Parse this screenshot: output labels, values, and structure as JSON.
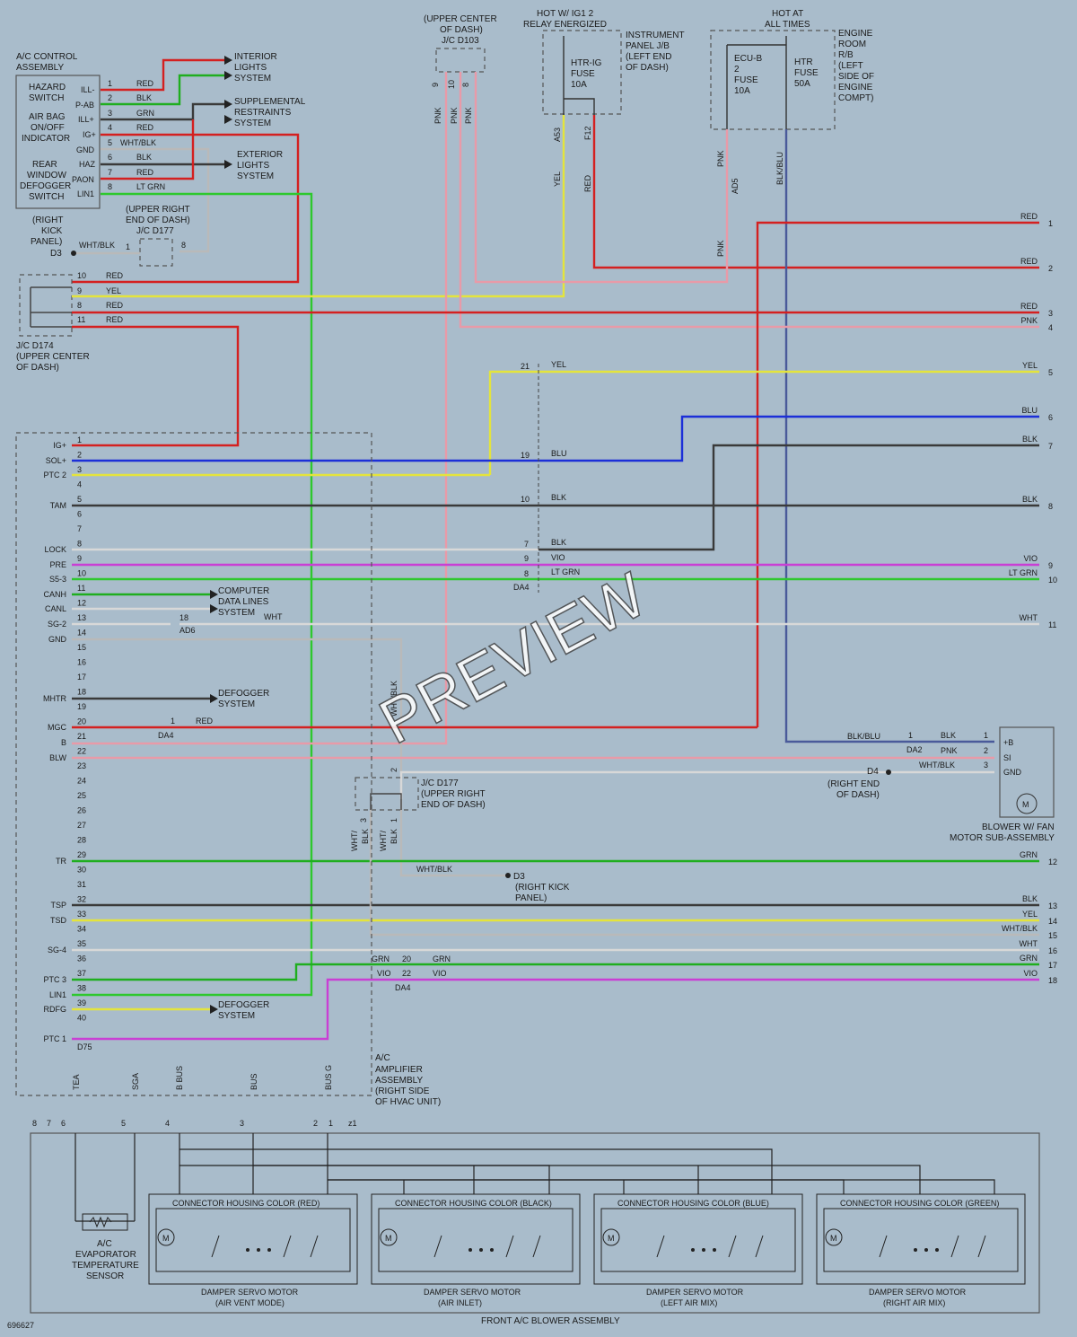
{
  "labels": {
    "ac_control": [
      "A/C CONTROL",
      "ASSEMBLY"
    ],
    "ac_control_items": [
      "HAZARD",
      "SWITCH",
      "AIR BAG",
      "ON/OFF",
      "INDICATOR",
      "REAR",
      "WINDOW",
      "DEFOGGER",
      "SWITCH"
    ],
    "ac_control_pins": [
      "ILL-",
      "P-AB",
      "ILL+",
      "IG+",
      "GND",
      "HAZ",
      "PAON",
      "LIN1"
    ],
    "upper_center": [
      "(UPPER CENTER",
      "OF DASH)",
      "J/C D103"
    ],
    "hot_ig1": [
      "HOT W/ IG1 2",
      "RELAY ENERGIZED"
    ],
    "instrument_panel": [
      "INSTRUMENT",
      "PANEL J/B",
      "(LEFT END",
      "OF DASH)"
    ],
    "htr_ig": [
      "HTR-IG",
      "FUSE",
      "10A"
    ],
    "hot_all": [
      "HOT AT",
      "ALL TIMES"
    ],
    "engine_room": [
      "ENGINE",
      "ROOM",
      "R/B",
      "(LEFT",
      "SIDE OF",
      "ENGINE",
      "COMPT)"
    ],
    "ecu_b": [
      "ECU-B",
      "2",
      "FUSE",
      "10A"
    ],
    "htr_fuse": [
      "HTR",
      "FUSE",
      "50A"
    ],
    "interior": [
      "INTERIOR",
      "LIGHTS",
      "SYSTEM"
    ],
    "srs": [
      "SUPPLEMENTAL",
      "RESTRAINTS",
      "SYSTEM"
    ],
    "exterior": [
      "EXTERIOR",
      "LIGHTS",
      "SYSTEM"
    ],
    "right_kick": [
      "(RIGHT",
      "KICK",
      "PANEL)"
    ],
    "d3": "D3",
    "upper_right": [
      "(UPPER RIGHT",
      "END OF DASH)",
      "J/C D177"
    ],
    "jc_d174": [
      "J/C D174",
      "(UPPER CENTER",
      "OF DASH)"
    ],
    "computer_data": [
      "COMPUTER",
      "DATA LINES",
      "SYSTEM"
    ],
    "defogger": [
      "DEFOGGER",
      "SYSTEM"
    ],
    "jc_d177b": [
      "J/C D177",
      "(UPPER RIGHT",
      "END OF DASH)"
    ],
    "d3_kick": [
      "D3",
      "(RIGHT KICK",
      "PANEL)"
    ],
    "blower": [
      "BLOWER W/ FAN",
      "MOTOR SUB-ASSEMBLY"
    ],
    "blower_pins": [
      "+B",
      "SI",
      "GND"
    ],
    "d4": [
      "D4",
      "(RIGHT END",
      "OF DASH)"
    ],
    "amp": [
      "A/C",
      "AMPLIFIER",
      "ASSEMBLY",
      "(RIGHT SIDE",
      "OF HVAC UNIT)"
    ],
    "amp_pins": [
      "IG+",
      "SOL+",
      "PTC 2",
      "TAM",
      "LOCK",
      "PRE",
      "S5-3",
      "CANH",
      "CANL",
      "SG-2",
      "GND",
      "MHTR",
      "MGC",
      "B",
      "BLW",
      "TR",
      "TSP",
      "TSD",
      "SG-4",
      "PTC 3",
      "LIN1",
      "RDFG",
      "PTC 1"
    ],
    "d75": "D75",
    "bottom_pins": [
      "TEA",
      "SGA",
      "B BUS",
      "BUS",
      "BUS G"
    ],
    "evap": [
      "A/C",
      "EVAPORATOR",
      "TEMPERATURE",
      "SENSOR"
    ],
    "housings": [
      "CONNECTOR HOUSING COLOR (RED)",
      "CONNECTOR HOUSING COLOR (BLACK)",
      "CONNECTOR HOUSING COLOR (BLUE)",
      "CONNECTOR HOUSING COLOR (GREEN)"
    ],
    "servos": [
      [
        "DAMPER SERVO MOTOR",
        "(AIR VENT MODE)"
      ],
      [
        "DAMPER SERVO MOTOR",
        "(AIR INLET)"
      ],
      [
        "DAMPER SERVO MOTOR",
        "(LEFT AIR MIX)"
      ],
      [
        "DAMPER SERVO MOTOR",
        "(RIGHT AIR MIX)"
      ]
    ],
    "front_blower": "FRONT A/C BLOWER ASSEMBLY",
    "diagram_id": "696627",
    "watermark": "PREVIEW",
    "connectors": {
      "a53": "A53",
      "f12": "F12",
      "ad5": "AD5",
      "ad6": "AD6",
      "da4": "DA4",
      "da2": "DA2",
      "z1": "z1"
    }
  },
  "right_wires": [
    {
      "num": "1",
      "color": "RED"
    },
    {
      "num": "2",
      "color": "RED"
    },
    {
      "num": "3",
      "color": "RED"
    },
    {
      "num": "4",
      "color": "PNK"
    },
    {
      "num": "5",
      "color": "YEL"
    },
    {
      "num": "6",
      "color": "BLU"
    },
    {
      "num": "7",
      "color": "BLK"
    },
    {
      "num": "8",
      "color": "BLK"
    },
    {
      "num": "9",
      "color": "VIO"
    },
    {
      "num": "10",
      "color": "LT GRN"
    },
    {
      "num": "11",
      "color": "WHT"
    },
    {
      "num": "12",
      "color": "GRN"
    },
    {
      "num": "13",
      "color": "BLK"
    },
    {
      "num": "14",
      "color": "YEL"
    },
    {
      "num": "15",
      "color": "WHT/BLK"
    },
    {
      "num": "16",
      "color": "WHT"
    },
    {
      "num": "17",
      "color": "GRN"
    },
    {
      "num": "18",
      "color": "VIO"
    }
  ],
  "colors": {
    "red": "#d42020",
    "grn": "#1fae1f",
    "ltgrn": "#2ec82e",
    "blk": "#3a3a3a",
    "blu": "#1c2fd8",
    "yel": "#e4e43c",
    "pnk": "#e89aa8",
    "vio": "#c93fd4",
    "wht": "#d8d8d8",
    "whtblk": "#b9b9b9",
    "blkblu": "#4a5a9a"
  }
}
